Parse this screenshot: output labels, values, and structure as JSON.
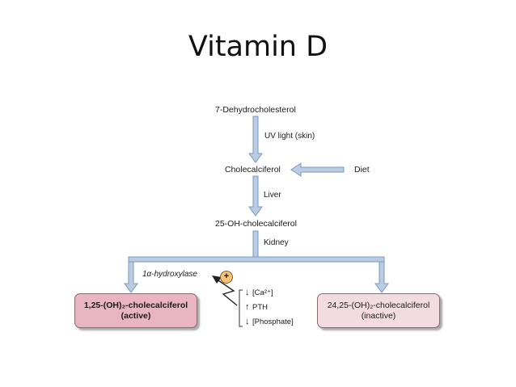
{
  "title": "Vitamin D",
  "diagram": {
    "nodes": {
      "dehydro": "7-Dehydrocholesterol",
      "chole": "Cholecalciferol",
      "diet": "Diet",
      "oh25": "25-OH-cholecalciferol",
      "active_line1": "1,25-(OH)₂-cholecalciferol",
      "active_line2": "(active)",
      "inactive_line1": "24,25-(OH)₂-cholecalciferol",
      "inactive_line2": "(inactive)"
    },
    "labels": {
      "uv": "UV light (skin)",
      "liver": "Liver",
      "kidney": "Kidney",
      "enzyme": "1α-hydroxylase",
      "plus": "+"
    },
    "regulators": [
      {
        "arrow": "↓",
        "text": "[Ca²⁺]"
      },
      {
        "arrow": "↑",
        "text": "PTH"
      },
      {
        "arrow": "↓",
        "text": "[Phosphate]"
      }
    ],
    "colors": {
      "arrow_fill": "#b9cce4",
      "arrow_stroke": "#7d97bb",
      "active_box": "#e9b5c0",
      "inactive_box": "#f3dce1"
    }
  }
}
